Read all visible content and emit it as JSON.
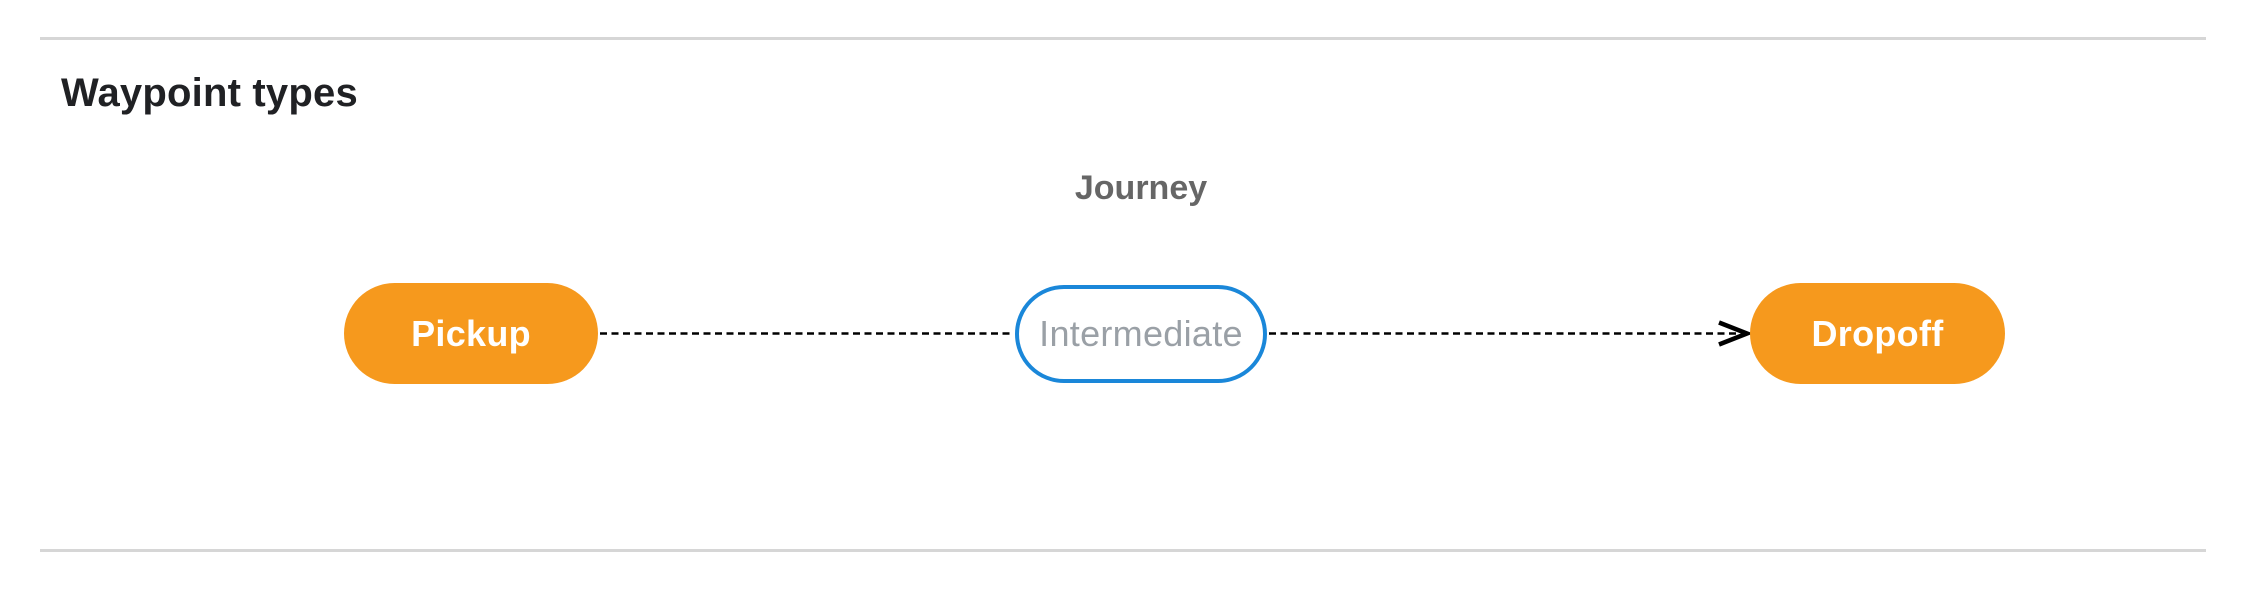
{
  "section": {
    "title": "Waypoint types"
  },
  "diagram": {
    "title": "Journey",
    "nodes": [
      {
        "id": "pickup",
        "label": "Pickup",
        "type": "terminal"
      },
      {
        "id": "intermediate",
        "label": "Intermediate",
        "type": "intermediate"
      },
      {
        "id": "dropoff",
        "label": "Dropoff",
        "type": "terminal"
      }
    ],
    "edges": [
      {
        "from": "pickup",
        "to": "intermediate",
        "style": "dashed",
        "arrowhead": false
      },
      {
        "from": "intermediate",
        "to": "dropoff",
        "style": "dashed",
        "arrowhead": true
      }
    ]
  },
  "colors": {
    "terminal_node_fill": "#f6991d",
    "terminal_node_text": "#ffffff",
    "intermediate_node_border": "#1a87d9",
    "intermediate_node_text": "#9aa0a6",
    "edge_stroke": "#000000",
    "heading_text": "#202124",
    "diagram_title_text": "#666666",
    "divider": "#d6d6d6",
    "background": "#ffffff"
  }
}
